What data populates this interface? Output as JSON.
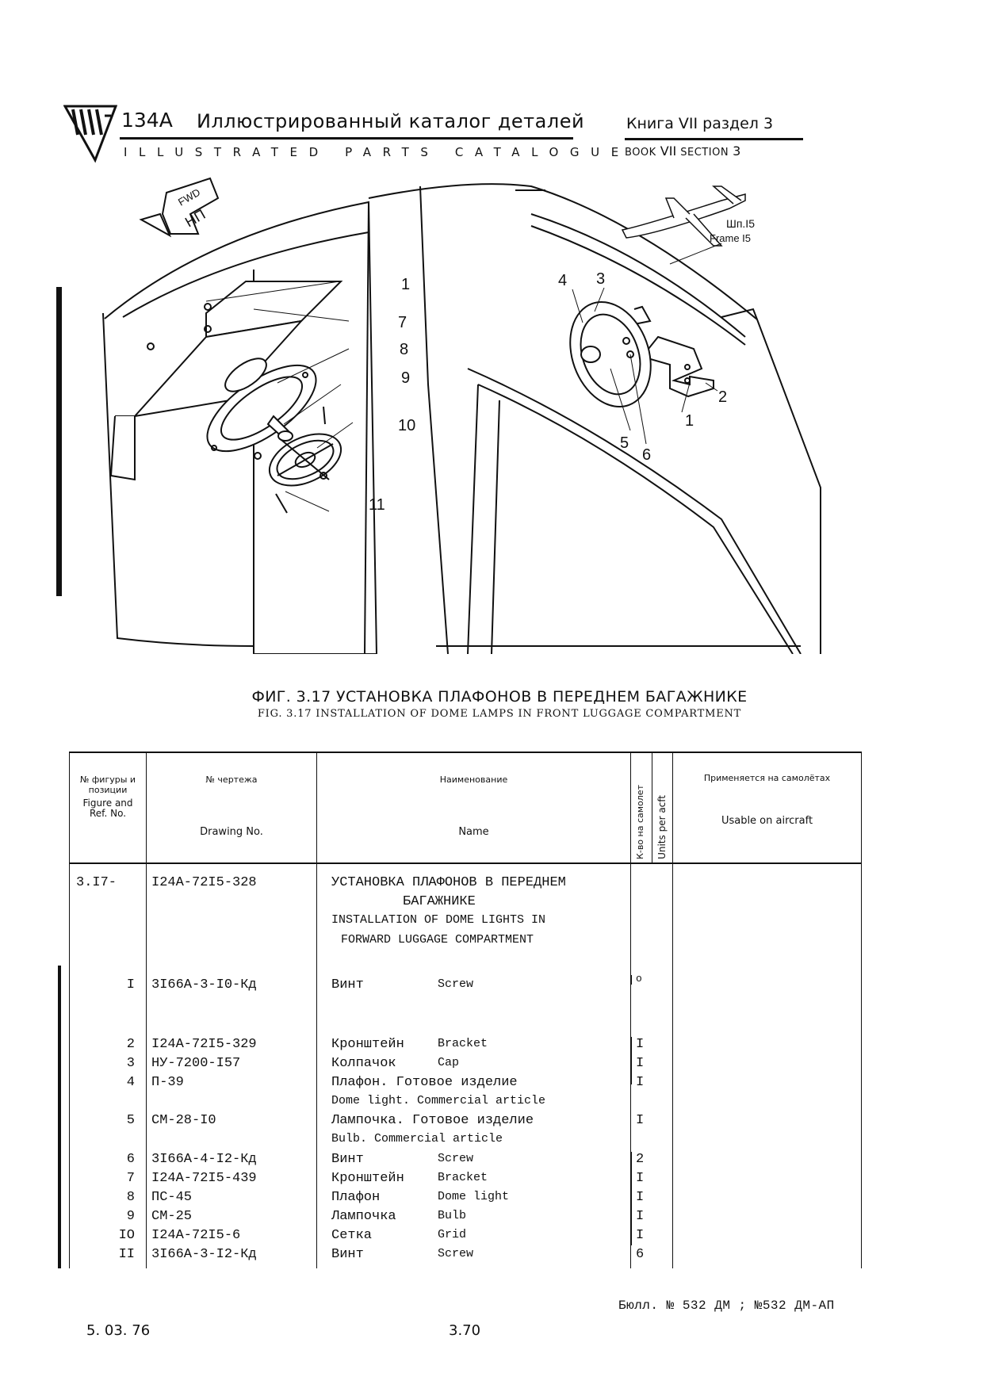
{
  "header": {
    "model": "134A",
    "title_ru": "Иллюстрированный каталог деталей",
    "title_en": "ILLUSTRATED PARTS CATALOGUE",
    "book_ru": "Книга VII раздел 3",
    "book_en_word": "BOOK",
    "book_en_num": "VII",
    "section_en_word": "SECTION",
    "section_en_num": "3"
  },
  "drawing": {
    "fwd_label": "FWD",
    "np_label": "НП",
    "frame_ru": "Шп.I5",
    "frame_en": "Frame I5",
    "callouts_left": [
      "1",
      "7",
      "8",
      "9",
      "10",
      "11"
    ],
    "callouts_right": [
      "4",
      "3",
      "2",
      "1",
      "5",
      "6"
    ]
  },
  "figure": {
    "caption_ru": "ФИГ. 3.17 УСТАНОВКА ПЛАФОНОВ В ПЕРЕДНЕМ БАГАЖНИКЕ",
    "caption_en": "FIG. 3.17 INSTALLATION OF DOME LAMPS IN FRONT LUGGAGE COMPARTMENT"
  },
  "table": {
    "headers": {
      "fig_ru": "№ фигуры и позиции",
      "fig_en": "Figure and Ref. No.",
      "drawing_ru": "№ чертежа",
      "drawing_en": "Drawing No.",
      "name_ru": "Наименование",
      "name_en": "Name",
      "units_ru": "К-во на самолет",
      "units_en": "Units per acft",
      "usable_ru": "Применяется на самолётах",
      "usable_en": "Usable on aircraft"
    },
    "assembly": {
      "ref": "3.I7-",
      "drawing": "I24A-72I5-328",
      "name_ru_1": "УСТАНОВКА ПЛАФОНОВ В ПЕРЕДНЕМ",
      "name_ru_2": "БАГАЖНИКЕ",
      "name_en_1": "INSTALLATION OF DOME LIGHTS IN",
      "name_en_2": "FORWARD LUGGAGE COMPARTMENT"
    },
    "rows": [
      {
        "ref": "I",
        "drawing": "3I66A-3-I0-Кд",
        "name_ru": "Винт",
        "name_en": "Screw",
        "units": "o"
      },
      {
        "ref": "2",
        "drawing": "I24A-72I5-329",
        "name_ru": "Кронштейн",
        "name_en": "Bracket",
        "units": "I"
      },
      {
        "ref": "3",
        "drawing": "НУ-7200-I57",
        "name_ru": "Колпачок",
        "name_en": "Cap",
        "units": "I"
      },
      {
        "ref": "4",
        "drawing": "П-39",
        "name_ru": "Плафон. Готовое изделие",
        "name_en": "Dome light. Commercial article",
        "units": "I"
      },
      {
        "ref": "5",
        "drawing": "СМ-28-I0",
        "name_ru": "Лампочка. Готовое изделие",
        "name_en": "Bulb. Commercial article",
        "units": "I"
      },
      {
        "ref": "6",
        "drawing": "3I66A-4-I2-Кд",
        "name_ru": "Винт",
        "name_en": "Screw",
        "units": "2"
      },
      {
        "ref": "7",
        "drawing": "I24A-72I5-439",
        "name_ru": "Кронштейн",
        "name_en": "Bracket",
        "units": "I"
      },
      {
        "ref": "8",
        "drawing": "ПС-45",
        "name_ru": "Плафон",
        "name_en": "Dome light",
        "units": "I"
      },
      {
        "ref": "9",
        "drawing": "СМ-25",
        "name_ru": "Лампочка",
        "name_en": "Bulb",
        "units": "I"
      },
      {
        "ref": "IO",
        "drawing": "I24A-72I5-6",
        "name_ru": "Сетка",
        "name_en": "Grid",
        "units": "I"
      },
      {
        "ref": "II",
        "drawing": "3I66A-3-I2-Кд",
        "name_ru": "Винт",
        "name_en": "Screw",
        "units": "6"
      }
    ]
  },
  "footer": {
    "date": "5. 03. 76",
    "page": "3.70",
    "bulletin": "Бюлл. № 532 ДМ ; №532 ДМ-АП"
  }
}
